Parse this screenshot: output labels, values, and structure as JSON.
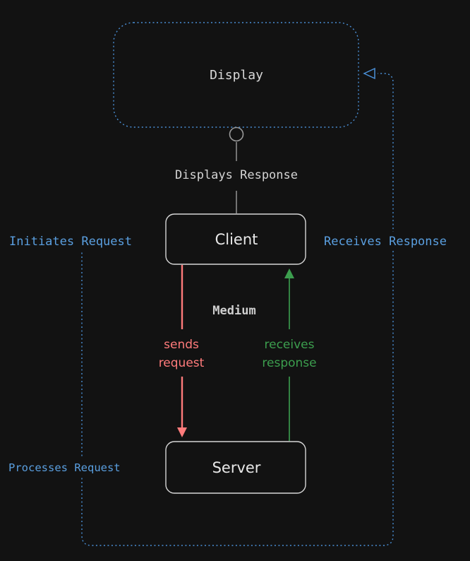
{
  "nodes": {
    "display": {
      "label": "Display"
    },
    "client": {
      "label": "Client"
    },
    "server": {
      "label": "Server"
    }
  },
  "edges": {
    "client_to_display": {
      "label": "Displays Response"
    },
    "sends_request": {
      "line1": "sends",
      "line2": "request"
    },
    "receives_response": {
      "line1": "receives",
      "line2": "response"
    }
  },
  "group": {
    "label": "Medium"
  },
  "annotations": {
    "initiates": "Initiates Request",
    "receives": "Receives Response",
    "processes": "Processes Request"
  },
  "colors": {
    "background": "#121212",
    "node_stroke": "#d6d6d6",
    "node_text": "#e8e8e8",
    "dotted_blue": "#4a8fd6",
    "annotation_blue": "#5a9fe0",
    "request_red": "#ff7b7b",
    "response_green": "#3c9e4e",
    "gray_line": "#8a8a8a",
    "medium_text": "#cfcfcf"
  }
}
